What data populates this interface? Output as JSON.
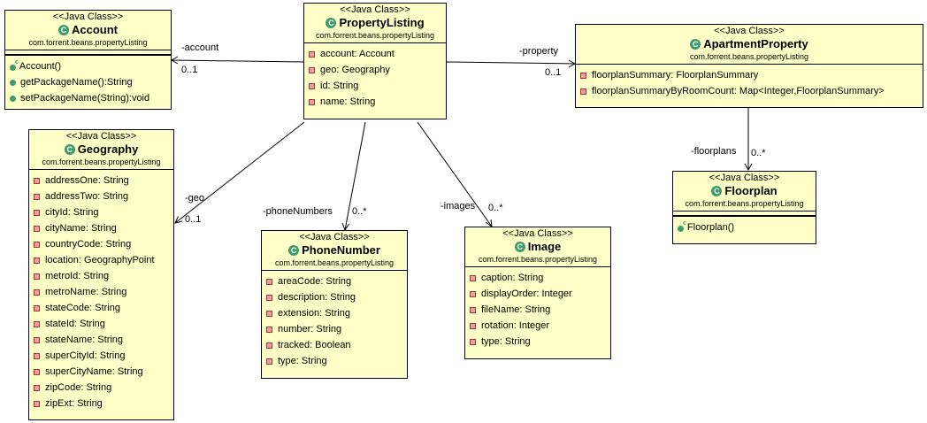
{
  "classes": {
    "account": {
      "stereotype": "<<Java Class>>",
      "name": "Account",
      "package": "com.forrent.beans.propertyListing",
      "operations": [
        "Account()",
        "getPackageName():String",
        "setPackageName(String):void"
      ]
    },
    "property_listing": {
      "stereotype": "<<Java Class>>",
      "name": "PropertyListing",
      "package": "com.forrent.beans.propertyListing",
      "attributes": [
        "account: Account",
        "geo: Geography",
        "id: String",
        "name: String"
      ]
    },
    "apartment_property": {
      "stereotype": "<<Java Class>>",
      "name": "ApartmentProperty",
      "package": "com.forrent.beans.propertyListing",
      "attributes": [
        "floorplanSummary: FloorplanSummary",
        "floorplanSummaryByRoomCount: Map<Integer,FloorplanSummary>"
      ]
    },
    "geography": {
      "stereotype": "<<Java Class>>",
      "name": "Geography",
      "package": "com.forrent.beans.propertyListing",
      "attributes": [
        "addressOne: String",
        "addressTwo: String",
        "cityId: String",
        "cityName: String",
        "countryCode: String",
        "location: GeographyPoint",
        "metroId: String",
        "metroName: String",
        "stateCode: String",
        "stateId: String",
        "stateName: String",
        "superCityId: String",
        "superCityName: String",
        "zipCode: String",
        "zipExt: String"
      ]
    },
    "phone_number": {
      "stereotype": "<<Java Class>>",
      "name": "PhoneNumber",
      "package": "com.forrent.beans.propertyListing",
      "attributes": [
        "areaCode: String",
        "description: String",
        "extension: String",
        "number: String",
        "tracked: Boolean",
        "type: String"
      ]
    },
    "image": {
      "stereotype": "<<Java Class>>",
      "name": "Image",
      "package": "com.forrent.beans.propertyListing",
      "attributes": [
        "caption: String",
        "displayOrder: Integer",
        "fileName: String",
        "rotation: Integer",
        "type: String"
      ]
    },
    "floorplan": {
      "stereotype": "<<Java Class>>",
      "name": "Floorplan",
      "package": "com.forrent.beans.propertyListing",
      "operations": [
        "Floorplan()"
      ]
    }
  },
  "associations": {
    "account": {
      "role": "-account",
      "multiplicity": "0..1"
    },
    "property": {
      "role": "-property",
      "multiplicity": "0..1"
    },
    "geo": {
      "role": "-geo",
      "multiplicity": "0..1"
    },
    "phone_numbers": {
      "role": "-phoneNumbers",
      "multiplicity": "0..*"
    },
    "images": {
      "role": "-images",
      "multiplicity": "0..*"
    },
    "floorplans": {
      "role": "-floorplans",
      "multiplicity": "0..*"
    }
  },
  "icons": {
    "class": "class-icon",
    "private_field": "private-field-icon",
    "public_method": "public-method-icon",
    "constructor": "constructor-icon"
  },
  "colors": {
    "class_fill": "#ffffc8",
    "class_icon": "#3f9a6a",
    "private_field": "#b03030"
  }
}
